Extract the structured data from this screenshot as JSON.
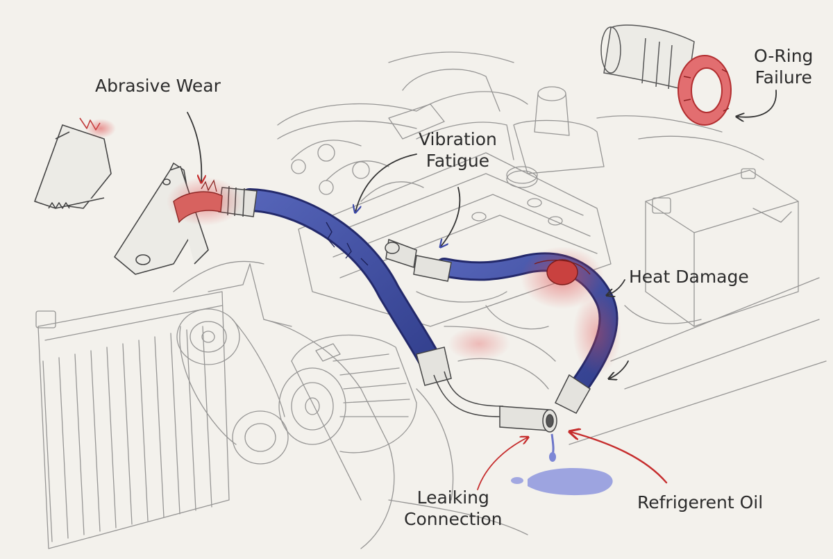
{
  "labels": {
    "abrasive_wear": "Abrasive Wear",
    "vibration_fatigue": [
      "Vibration",
      "Fatigue"
    ],
    "o_ring_failure": [
      "O-Ring",
      "Failure"
    ],
    "heat_damage": "Heat Damage",
    "leaking_connection": [
      "Leaiking",
      "Connection"
    ],
    "refrigerent_oil": "Refrigerent Oil"
  },
  "colors": {
    "paper": "#f3f1ec",
    "pencil": "#5a5a5a",
    "ink": "#2b2b2b",
    "hose_blue": "#3f4fa3",
    "damage_red": "#d8474a",
    "oil_blue": "#7d87d6"
  }
}
